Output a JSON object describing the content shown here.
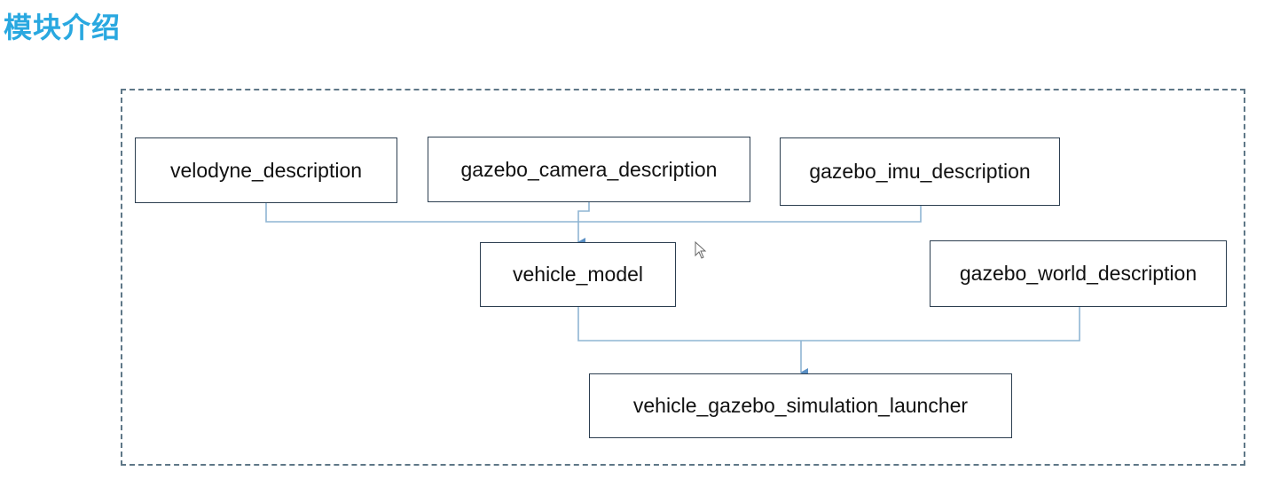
{
  "title": "模块介绍",
  "diagram": {
    "nodes": {
      "velodyne": "velodyne_description",
      "camera": "gazebo_camera_description",
      "imu": "gazebo_imu_description",
      "vehicle_model": "vehicle_model",
      "world": "gazebo_world_description",
      "launcher": "vehicle_gazebo_simulation_launcher"
    },
    "edges": [
      [
        "velodyne_description",
        "vehicle_model"
      ],
      [
        "gazebo_camera_description",
        "vehicle_model"
      ],
      [
        "gazebo_imu_description",
        "vehicle_model"
      ],
      [
        "vehicle_model",
        "vehicle_gazebo_simulation_launcher"
      ],
      [
        "gazebo_world_description",
        "vehicle_gazebo_simulation_launcher"
      ]
    ]
  },
  "colors": {
    "title": "#29a8e0",
    "connector": "#8fb5d3",
    "arrowhead": "#5a8fc4",
    "frame": "#5e7787"
  }
}
